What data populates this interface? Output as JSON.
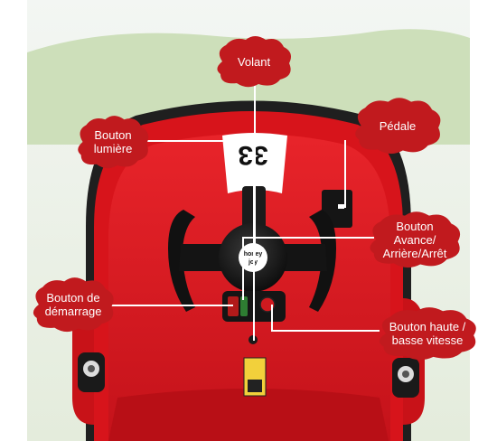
{
  "colors": {
    "bubble": "#c11a1e",
    "car_red": "#d7141b",
    "seat_red": "#e0191f",
    "sky": "#e9f0e9",
    "grass": "#c9dbb3"
  },
  "car": {
    "number": "33",
    "logo": "honey joy"
  },
  "labels": {
    "volant": "Volant",
    "lumiere": "Bouton\nlumière",
    "pedale": "Pédale",
    "avance": "Bouton\nAvance/\nArrière/Arrêt",
    "demarrage": "Bouton de\ndémarrage",
    "vitesse": "Bouton haute /\nbasse vitesse"
  }
}
